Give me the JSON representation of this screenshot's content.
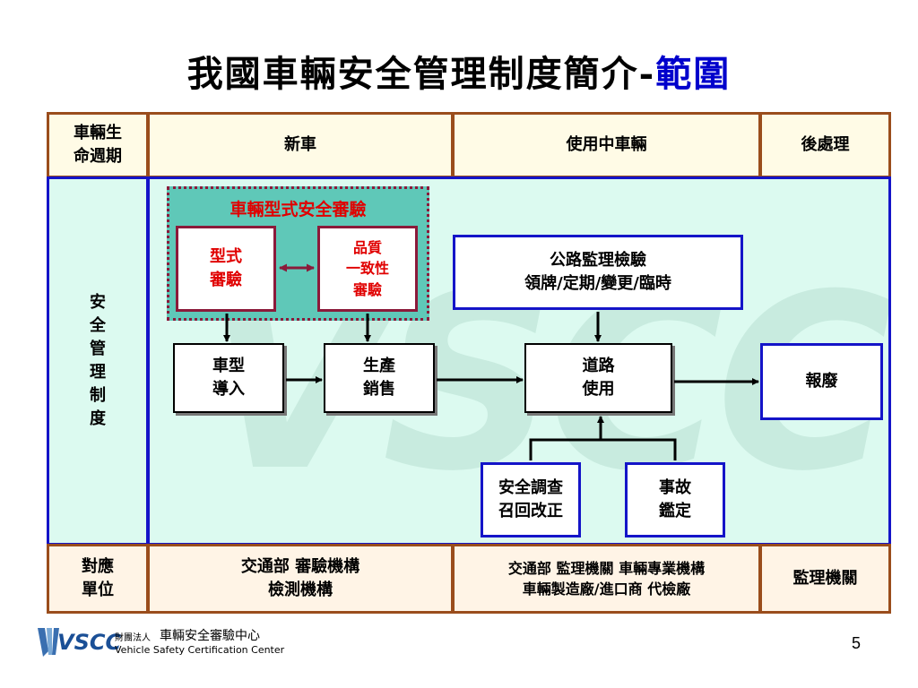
{
  "title": {
    "main": "我國車輛安全管理制度簡介-",
    "highlight": "範圍"
  },
  "header": {
    "lifecycle": "車輛生\n命週期",
    "new_car": "新車",
    "in_use": "使用中車輛",
    "post": "後處理"
  },
  "side": {
    "label": "安\n全\n管\n理\n制\n度"
  },
  "diagram": {
    "group_title": "車輛型式安全審驗",
    "type_approval": "型式\n審驗",
    "cop": "品質\n一致性\n審驗",
    "inspection": "公路監理檢驗\n領牌/定期/變更/臨時",
    "vehicle_intro": "車型\n導入",
    "production": "生產\n銷售",
    "road_use": "道路\n使用",
    "scrap": "報廢",
    "recall": "安全調查\n召回改正",
    "accident": "事故\n鑑定",
    "watermark": "VSCC"
  },
  "footer": {
    "label": "對應\n單位",
    "new_car": "交通部  審驗機構\n檢測機構",
    "in_use": "交通部 監理機關 車輛專業機構\n車輛製造廠/進口商  代檢廠",
    "post": "監理機關"
  },
  "logo": {
    "mark": "VSCC",
    "prefix": "財團法人",
    "name": "車輛安全審驗中心",
    "english": "Vehicle Safety Certification Center"
  },
  "page_number": "5"
}
